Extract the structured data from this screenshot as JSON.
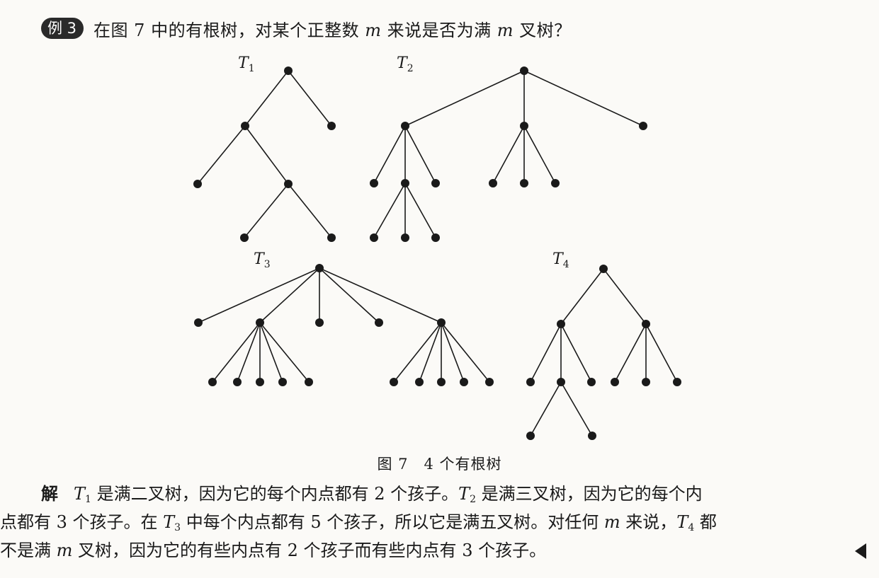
{
  "example": {
    "badge": "例 3",
    "question_part1": "在图 7 中的有根树，对某个正整数 ",
    "question_var1": "m",
    "question_part2": " 来说是否为满 ",
    "question_var2": "m",
    "question_part3": " 叉树？"
  },
  "figure": {
    "caption_number": "图 7",
    "caption_text": "4 个有根树",
    "trees": [
      {
        "label": "T",
        "sub": "1"
      },
      {
        "label": "T",
        "sub": "2"
      },
      {
        "label": "T",
        "sub": "3"
      },
      {
        "label": "T",
        "sub": "4"
      }
    ]
  },
  "solution": {
    "heading": "解",
    "l1_a": "T",
    "l1_a_sub": "1",
    "l1_b": " 是满二叉树，因为它的每个内点都有 2 个孩子。",
    "l1_c": "T",
    "l1_c_sub": "2",
    "l1_d": " 是满三叉树，因为它的每个内",
    "l2_a": "点都有 3 个孩子。在 ",
    "l2_b": "T",
    "l2_b_sub": "3",
    "l2_c": " 中每个内点都有 5 个孩子，所以它是满五叉树。对任何 ",
    "l2_d": "m",
    "l2_e": " 来说，",
    "l2_f": "T",
    "l2_f_sub": "4",
    "l2_g": " 都",
    "l3_a": "不是满 ",
    "l3_b": "m",
    "l3_c": " 叉树，因为它的有些内点有 2 个孩子而有些内点有 3 个孩子。"
  }
}
